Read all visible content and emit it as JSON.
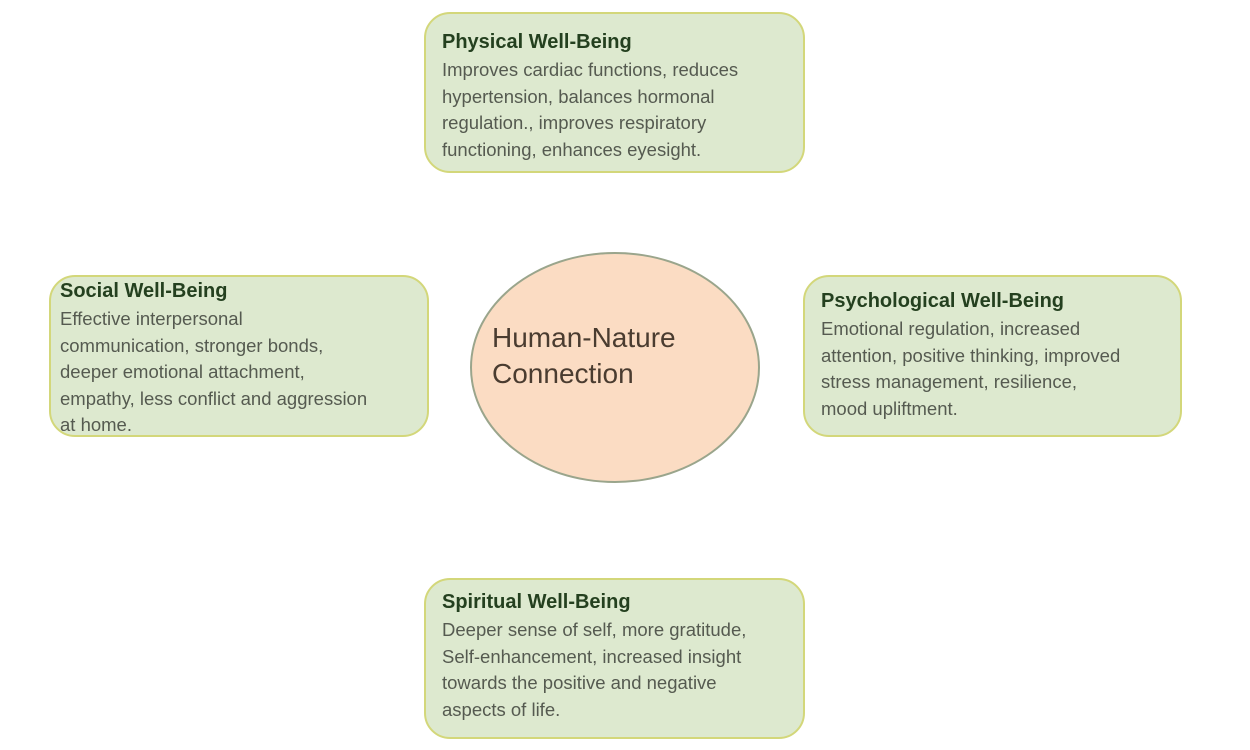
{
  "center": {
    "label_line1": "Human-Nature",
    "label_line2": "Connection"
  },
  "boxes": {
    "physical": {
      "title": "Physical Well-Being",
      "lines": [
        "Improves cardiac functions, reduces",
        "hypertension, balances hormonal",
        "regulation., improves respiratory",
        "functioning, enhances eyesight."
      ]
    },
    "social": {
      "title": "Social Well-Being",
      "lines": [
        "Effective interpersonal",
        "communication, stronger bonds,",
        "deeper emotional attachment,",
        "empathy, less conflict and aggression",
        "at home."
      ]
    },
    "psychological": {
      "title": "Psychological Well-Being",
      "lines": [
        "Emotional regulation, increased",
        "attention, positive thinking, improved",
        "stress management, resilience,",
        "mood upliftment."
      ]
    },
    "spiritual": {
      "title": "Spiritual Well-Being",
      "lines": [
        "Deeper sense of self, more gratitude,",
        "Self-enhancement, increased insight",
        "towards the positive and negative",
        "aspects of life."
      ]
    }
  },
  "colors": {
    "box_fill": "#dde9cf",
    "box_border": "#d3d77a",
    "hub_fill": "#fbdcc3"
  }
}
